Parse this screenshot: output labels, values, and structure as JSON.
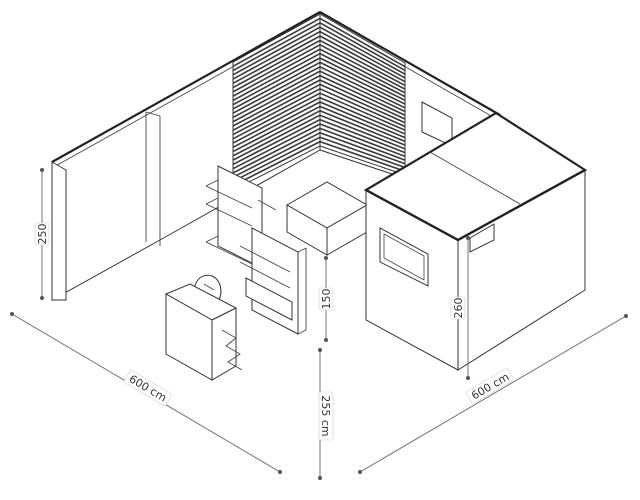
{
  "colors": {
    "line": "#333333",
    "edge": "#222222",
    "dimension": "#666666",
    "slat_dark": "#3a3a3a",
    "background": "#ffffff"
  },
  "dimensions": {
    "width_left": "600 cm",
    "width_right": "600 cm",
    "wall_height": "250",
    "cabin_height": "260",
    "shelf_height": "150",
    "front_depth": "255 cm"
  }
}
